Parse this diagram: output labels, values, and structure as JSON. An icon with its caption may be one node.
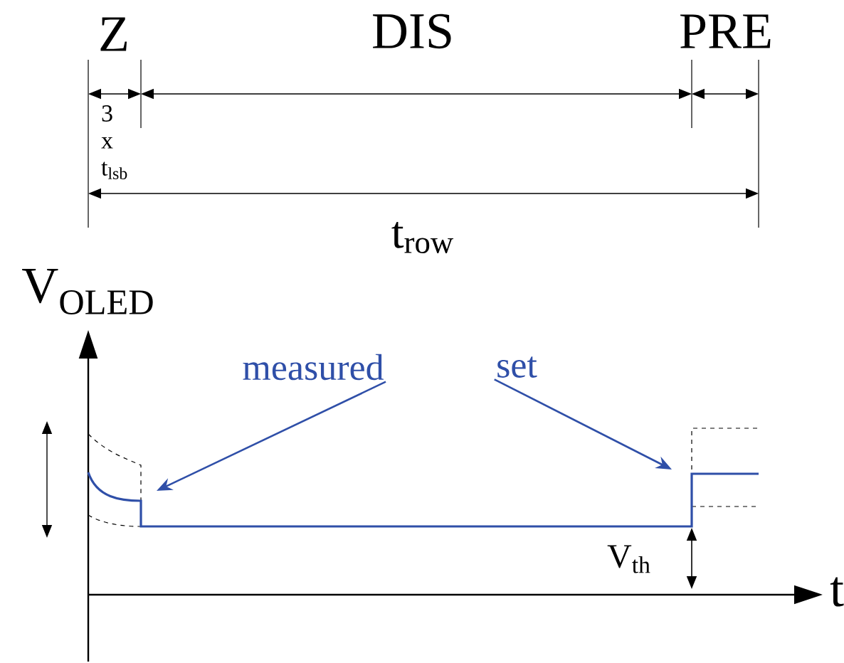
{
  "diagram": {
    "nodes": [
      {
        "text": [
          "measured"
        ]
      },
      {
        "text": [
          "set"
        ]
      }
    ],
    "edges": [
      {
        "from": 0,
        "to": null,
        "arrow": "to",
        "color": "#2f4fa8"
      },
      {
        "from": 1,
        "to": null,
        "arrow": "to",
        "color": "#2f4fa8"
      }
    ],
    "labels": [
      "Z",
      "DIS",
      "PRE",
      "3 x t$_{lsb}$",
      "t$_{row}$",
      "V$_{OLED}$",
      "t",
      "V$_{th}$"
    ]
  }
}
